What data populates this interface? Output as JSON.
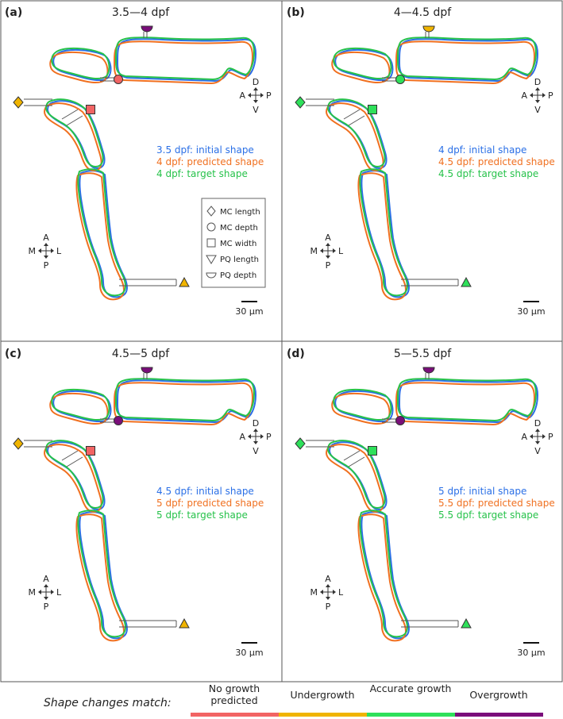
{
  "panels": [
    {
      "letter": "(a)",
      "title": "3.5—4 dpf",
      "legend": [
        "3.5 dpf: initial shape",
        "4 dpf: predicted shape",
        "4 dpf: target shape"
      ],
      "scale": "30 µm",
      "markers": {
        "mc_length": "#f0b400",
        "mc_depth": "#f26464",
        "mc_width": "#f26464",
        "pq_length": "#f0b400",
        "pq_depth": "#7a0e7a"
      }
    },
    {
      "letter": "(b)",
      "title": "4—4.5 dpf",
      "legend": [
        "4 dpf: initial shape",
        "4.5 dpf: predicted shape",
        "4.5 dpf: target shape"
      ],
      "scale": "30 µm",
      "markers": {
        "mc_length": "#2ee05a",
        "mc_depth": "#2ee05a",
        "mc_width": "#2ee05a",
        "pq_length": "#2ee05a",
        "pq_depth": "#f0b400"
      }
    },
    {
      "letter": "(c)",
      "title": "4.5—5 dpf",
      "legend": [
        "4.5 dpf: initial shape",
        "5 dpf: predicted shape",
        "5 dpf: target shape"
      ],
      "scale": "30 µm",
      "markers": {
        "mc_length": "#f0b400",
        "mc_depth": "#7a0e7a",
        "mc_width": "#f26464",
        "pq_length": "#f0b400",
        "pq_depth": "#7a0e7a"
      }
    },
    {
      "letter": "(d)",
      "title": "5—5.5 dpf",
      "legend": [
        "5 dpf: initial shape",
        "5.5 dpf: predicted shape",
        "5.5 dpf: target shape"
      ],
      "scale": "30 µm",
      "markers": {
        "mc_length": "#2ee05a",
        "mc_depth": "#7a0e7a",
        "mc_width": "#2ee05a",
        "pq_length": "#2ee05a",
        "pq_depth": "#7a0e7a"
      }
    }
  ],
  "axes_dv": {
    "d": "D",
    "v": "V",
    "a": "A",
    "p": "P"
  },
  "axes_ml": {
    "a": "A",
    "p": "P",
    "m": "M",
    "l": "L"
  },
  "key": [
    "MC length",
    "MC depth",
    "MC width",
    "PQ length",
    "PQ depth"
  ],
  "shape_colors": {
    "initial": "#2a6fe6",
    "predicted": "#f07020",
    "target": "#26c24a"
  },
  "growth_legend": {
    "title": "Shape changes match:",
    "categories": [
      {
        "label": "No growth predicted",
        "color": "#f26464"
      },
      {
        "label": "Undergrowth",
        "color": "#f0b400"
      },
      {
        "label": "Accurate growth",
        "color": "#2ee05a"
      },
      {
        "label": "Overgrowth",
        "color": "#7a0e7a"
      }
    ]
  }
}
